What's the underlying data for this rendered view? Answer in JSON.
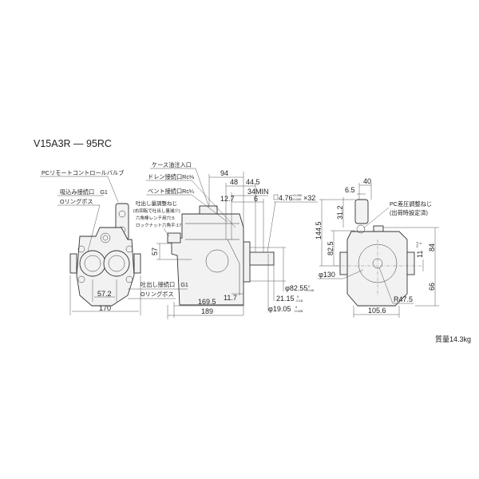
{
  "title": "V15A3R — 95RC",
  "weight": "質量14.3kg",
  "front_view": {
    "pc_valve_label": "PCリモートコントロールバルブ",
    "suction_port_label": "吸込み接続口　G1",
    "suction_oring_label": "Oリングボス",
    "dim_port_pitch": "57.2",
    "dim_width": "170"
  },
  "side_view": {
    "case_oil_inlet": "ケース油注入口",
    "drain_port": "ドレン接続口Rc⅛",
    "vent_port": "ベント接続口Rc¼",
    "flow_adjust_screw": [
      "吐出し量調整ねじ",
      "(右回転で吐出し量減少)",
      "六角棒レンチ用穴:5",
      "ロックナット六角平:17"
    ],
    "discharge_port_label": "吐出し接続口　G1",
    "discharge_oring_label": "Oリングボス",
    "dims": {
      "d94": "94",
      "d48": "48",
      "d44_5": "44.5",
      "d34min": "34MIN",
      "d12_7": "12.7",
      "d6": "6",
      "d57": "57",
      "d11_7": "11.7",
      "d169_5": "169.5",
      "d189": "189",
      "key": "4.76",
      "key_tol_upper": "+0.030",
      "key_tol_lower": "-0.040",
      "key_len": "×32",
      "pilot": "φ82.55",
      "pilot_tol_upper": "0",
      "pilot_tol_lower": "-0.05",
      "key_height": "21.15",
      "key_height_tol_upper": "0",
      "key_height_tol_lower": "-0.18",
      "shaft": "φ19.05",
      "shaft_tol_upper": "0",
      "shaft_tol_lower": "-0.028"
    }
  },
  "rear_view": {
    "pc_screw_label": [
      "PC差圧調整ねじ",
      "(出荷時設定済)"
    ],
    "dims": {
      "d40": "40",
      "d6_5": "6.5",
      "d144_5": "144.5",
      "d31_2": "31.2",
      "d82_5": "82.5",
      "d84": "84",
      "d11": "11",
      "d11_tol_upper": "+0.3",
      "d11_tol_lower": "0",
      "d66": "66",
      "d130": "φ130",
      "r47_5": "R47.5",
      "d105_6": "105.6"
    }
  }
}
